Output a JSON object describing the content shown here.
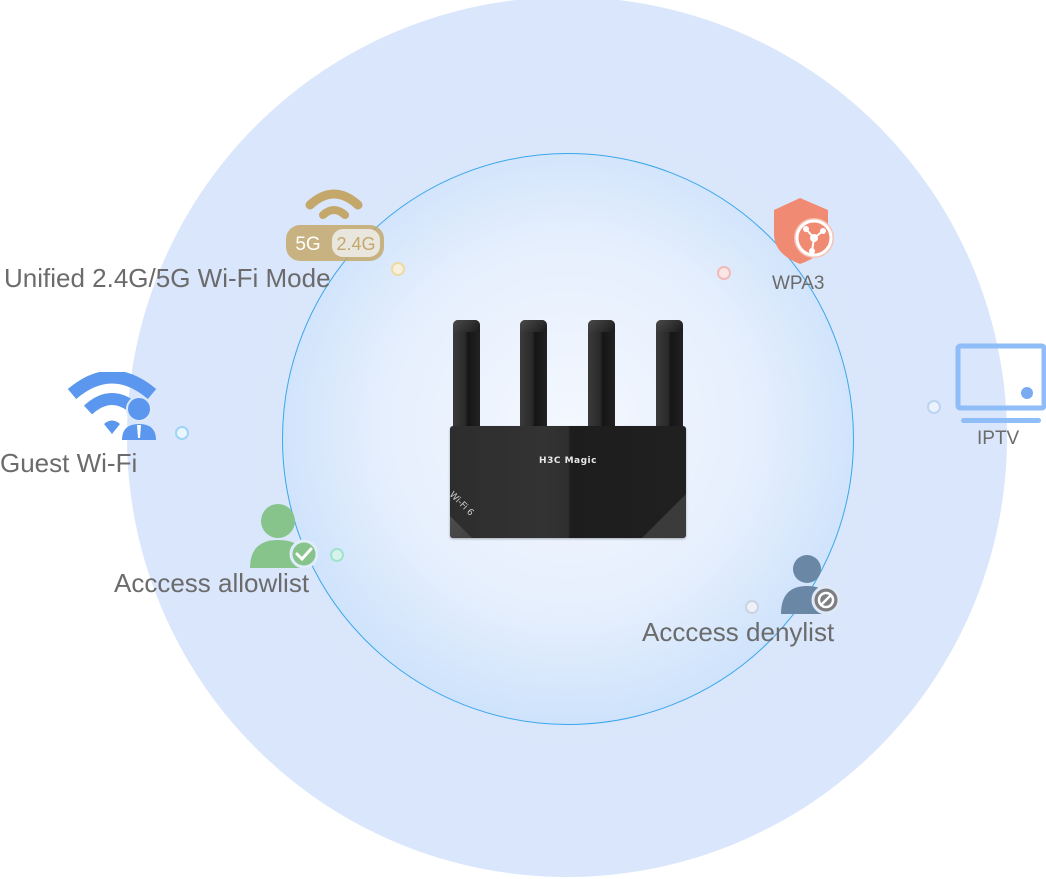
{
  "diagram": {
    "center_device": {
      "name": "router",
      "brand_label": "H3C Magic",
      "badge_label": "Wi-Fi 6"
    },
    "features": [
      {
        "id": "unified-mode",
        "label": "Unified 2.4G/5G Wi-Fi Mode",
        "icon": "dual-band-wifi-icon",
        "icon_text_5g": "5G",
        "icon_text_24g": "2.4G",
        "color": "#c4a86b"
      },
      {
        "id": "wpa3",
        "label": "WPA3",
        "icon": "security-shield-icon",
        "color": "#f08a72"
      },
      {
        "id": "guest-wifi",
        "label": "Guest Wi-Fi",
        "icon": "guest-wifi-icon",
        "color": "#5b97ee"
      },
      {
        "id": "iptv",
        "label": "IPTV",
        "icon": "tv-icon",
        "color": "#8fbdf7"
      },
      {
        "id": "allowlist",
        "label": "Acccess allowlist",
        "icon": "user-allow-icon",
        "color": "#86c48c"
      },
      {
        "id": "denylist",
        "label": "Acccess denylist",
        "icon": "user-deny-icon",
        "color": "#6a87a5"
      }
    ],
    "colors": {
      "outer_circle": "#d9e6fb",
      "inner_circle_edge": "#3aa7ec",
      "label_text": "#6b6b6b"
    }
  }
}
